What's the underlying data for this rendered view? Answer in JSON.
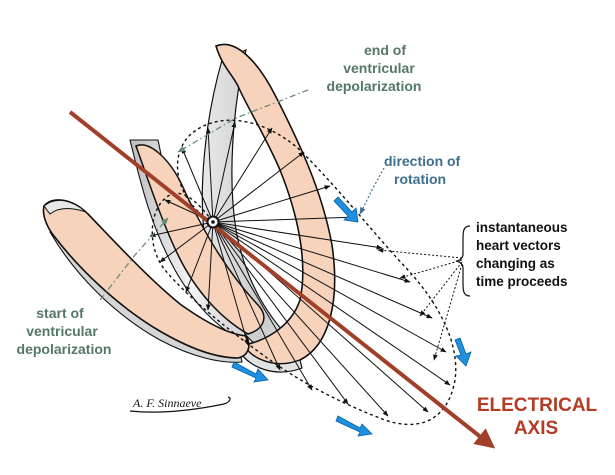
{
  "labels": {
    "end_line1": "end of",
    "end_line2": "ventricular",
    "end_line3": "depolarization",
    "rotation_line1": "direction of",
    "rotation_line2": "rotation",
    "vectors_line1": "instantaneous",
    "vectors_line2": "heart vectors",
    "vectors_line3": "changing as",
    "vectors_line4": "time proceeds",
    "start_line1": "start of",
    "start_line2": "ventricular",
    "start_line3": "depolarization",
    "axis_line1": "ELECTRICAL",
    "axis_line2": "AXIS",
    "signature": "A. F. Sinnaeve"
  },
  "colors": {
    "myocardium": "#f7d3bb",
    "endocardium_shade": "#d9d9d9",
    "outline": "#111111",
    "axis_arrow": "#a0402a",
    "axis_text": "#b23c24",
    "depolarization_text": "#557766",
    "rotation_text": "#3f6f8f",
    "rotation_arrows": "#1e90e0",
    "vector_lines": "#111111"
  }
}
